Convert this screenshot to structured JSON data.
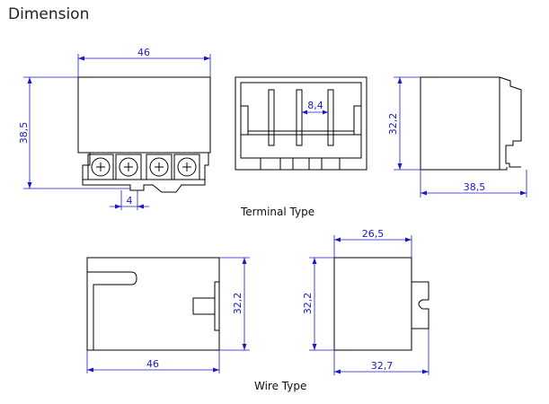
{
  "title": "Dimension",
  "terminal_type": {
    "caption": "Terminal Type",
    "dims": {
      "front_width": "46",
      "front_height": "38,5",
      "terminal_pitch": "4",
      "side_pitch": "8,4",
      "side_height": "32,2",
      "side_depth": "38,5"
    }
  },
  "wire_type": {
    "caption": "Wire Type",
    "dims": {
      "front_width": "46",
      "front_height": "32,2",
      "side_height": "32,2",
      "side_top": "26,5",
      "side_depth": "32,7"
    }
  },
  "colors": {
    "dimension": "#1a1acc",
    "outline": "#000000"
  }
}
